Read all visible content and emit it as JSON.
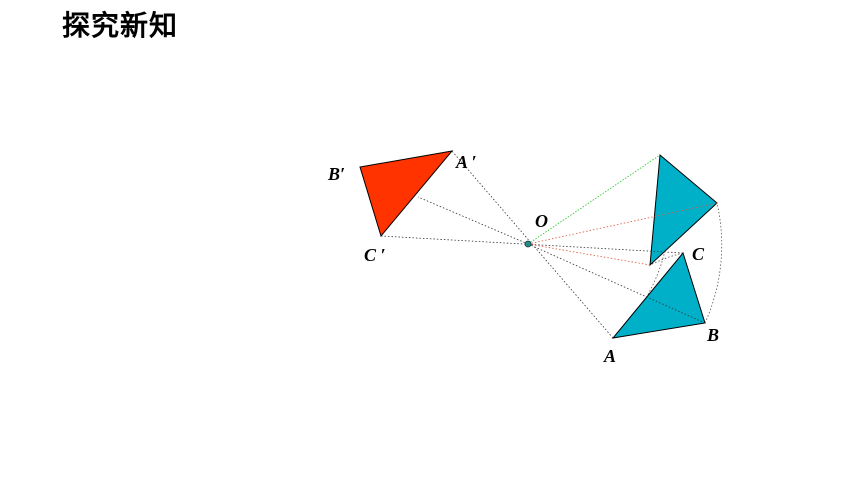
{
  "title": "探究新知",
  "labels": {
    "O": "O",
    "A": "A",
    "B": "B",
    "C": "C",
    "A_prime": "A ′",
    "B_prime": "B′",
    "C_prime": "C ′"
  },
  "colors": {
    "cyan_fill": "#00B0C8",
    "red_fill": "#FF3300",
    "green_line": "#33CC33",
    "red_dotted": "#E0533A",
    "black_dotted": "#333333"
  }
}
